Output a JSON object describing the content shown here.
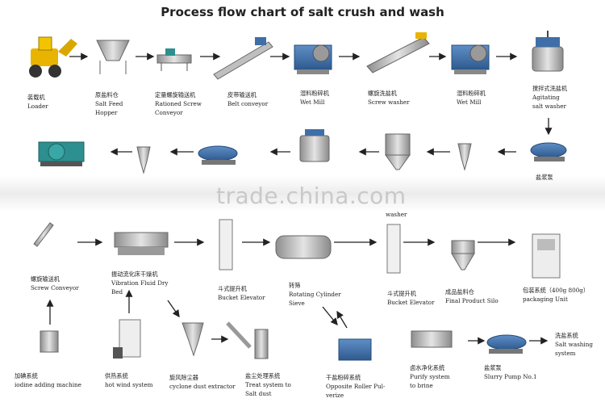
{
  "title": "Process flow chart of salt crush and wash",
  "watermark": "trade.china.com",
  "stray_text": "washer",
  "steps": [
    {
      "id": "loader",
      "zh": "装载机",
      "en": [
        "Loader"
      ]
    },
    {
      "id": "feed-hopper",
      "zh": "原盐料仓",
      "en": [
        "Salt Feed",
        "Hopper"
      ]
    },
    {
      "id": "screw-conveyor-rationed",
      "zh": "定量螺旋输送机",
      "en": [
        "Rationed Screw",
        "Conveyor"
      ]
    },
    {
      "id": "belt-conveyor",
      "zh": "皮带输送机",
      "en": [
        "Belt conveyor"
      ]
    },
    {
      "id": "wet-mill-1",
      "zh": "湿料粉碎机",
      "en": [
        "Wet Mill"
      ]
    },
    {
      "id": "screw-washer",
      "zh": "螺旋洗盐机",
      "en": [
        "Screw washer"
      ]
    },
    {
      "id": "wet-mill-2",
      "zh": "湿料粉碎机",
      "en": [
        "Wet Mill"
      ]
    },
    {
      "id": "agitating-washer",
      "zh": "搅拌式洗盐机",
      "en": [
        "Agitating",
        "salt washer"
      ]
    },
    {
      "id": "slurry-pump-top",
      "zh": "盐浆泵",
      "en": []
    },
    {
      "id": "screw-conveyor",
      "zh": "螺旋输送机",
      "en": [
        "Screw Conveyor"
      ]
    },
    {
      "id": "vibration-bed",
      "zh": "振动流化床干燥机",
      "en": [
        "Vibration Fluid Dry",
        "Bed"
      ]
    },
    {
      "id": "bucket-elevator-1",
      "zh": "斗式提升机",
      "en": [
        "Bucket Elevator"
      ]
    },
    {
      "id": "rotating-sieve",
      "zh": "转筛",
      "en": [
        "Rotating Cylinder",
        "Sieve"
      ]
    },
    {
      "id": "bucket-elevator-2",
      "zh": "斗式提升机",
      "en": [
        "Bucket Elevator"
      ]
    },
    {
      "id": "final-silo",
      "zh": "成品盐料仓",
      "en": [
        "Final Product Silo"
      ]
    },
    {
      "id": "packaging",
      "zh": "包装系统（400g 800g）",
      "en": [
        "packaging Unit"
      ]
    },
    {
      "id": "iodine",
      "zh": "加碘系统",
      "en": [
        "iodine adding machine"
      ]
    },
    {
      "id": "hot-wind",
      "zh": "供热系统",
      "en": [
        "hot wind system"
      ]
    },
    {
      "id": "cyclone-extractor",
      "zh": "旋风除尘器",
      "en": [
        "cyclone dust extractor"
      ]
    },
    {
      "id": "dust-treat",
      "zh": "盐尘处理系统",
      "en": [
        "Treat system to",
        "Salt dust"
      ]
    },
    {
      "id": "roller-pulverize",
      "zh": "干盐粉碎系统",
      "en": [
        "Opposite Roller Pul-",
        "verize"
      ]
    },
    {
      "id": "purify-brine",
      "zh": "卤水净化系统",
      "en": [
        "Purify system",
        "to brine"
      ]
    },
    {
      "id": "slurry-pump-1",
      "zh": "盐浆泵",
      "en": [
        "Slurry Pump No.1"
      ]
    },
    {
      "id": "salt-washing",
      "zh": "洗盐系统",
      "en": [
        "Salt washing",
        "system"
      ]
    }
  ],
  "colors": {
    "machine_blue": "#3f6fa8",
    "steel": "#b9b9b9",
    "arrow": "#222222",
    "loader_yellow": "#e8b400",
    "teal": "#2d8f8f"
  }
}
